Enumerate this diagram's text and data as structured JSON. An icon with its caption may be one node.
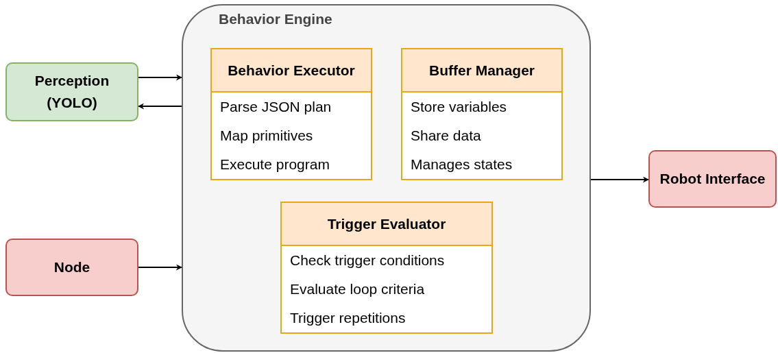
{
  "diagram": {
    "nodes": [
      {
        "text": [
          "Perception (YOLO)"
        ]
      },
      {
        "text": [
          "Node"
        ]
      },
      {
        "text": [
          "Behavior Engine"
        ]
      },
      {
        "text": [
          "Behavior Executor",
          "Parse JSON plan",
          "Map primitives",
          "Execute program"
        ],
        "in": 2
      },
      {
        "text": [
          "Buffer Manager",
          "Store variables",
          "Share data",
          "Manages states"
        ],
        "in": 2
      },
      {
        "text": [
          "Trigger Evaluator",
          "Check trigger conditions",
          "Evaluate loop criteria",
          "Trigger repetitions"
        ],
        "in": 2
      },
      {
        "text": [
          "Robot Interface"
        ]
      }
    ],
    "edges": [
      {
        "from": 0,
        "to": 2,
        "arrow": "to"
      },
      {
        "from": 2,
        "to": 0,
        "arrow": "to"
      },
      {
        "from": 1,
        "to": 2,
        "arrow": "to"
      },
      {
        "from": 2,
        "to": 6,
        "arrow": "to"
      }
    ]
  }
}
